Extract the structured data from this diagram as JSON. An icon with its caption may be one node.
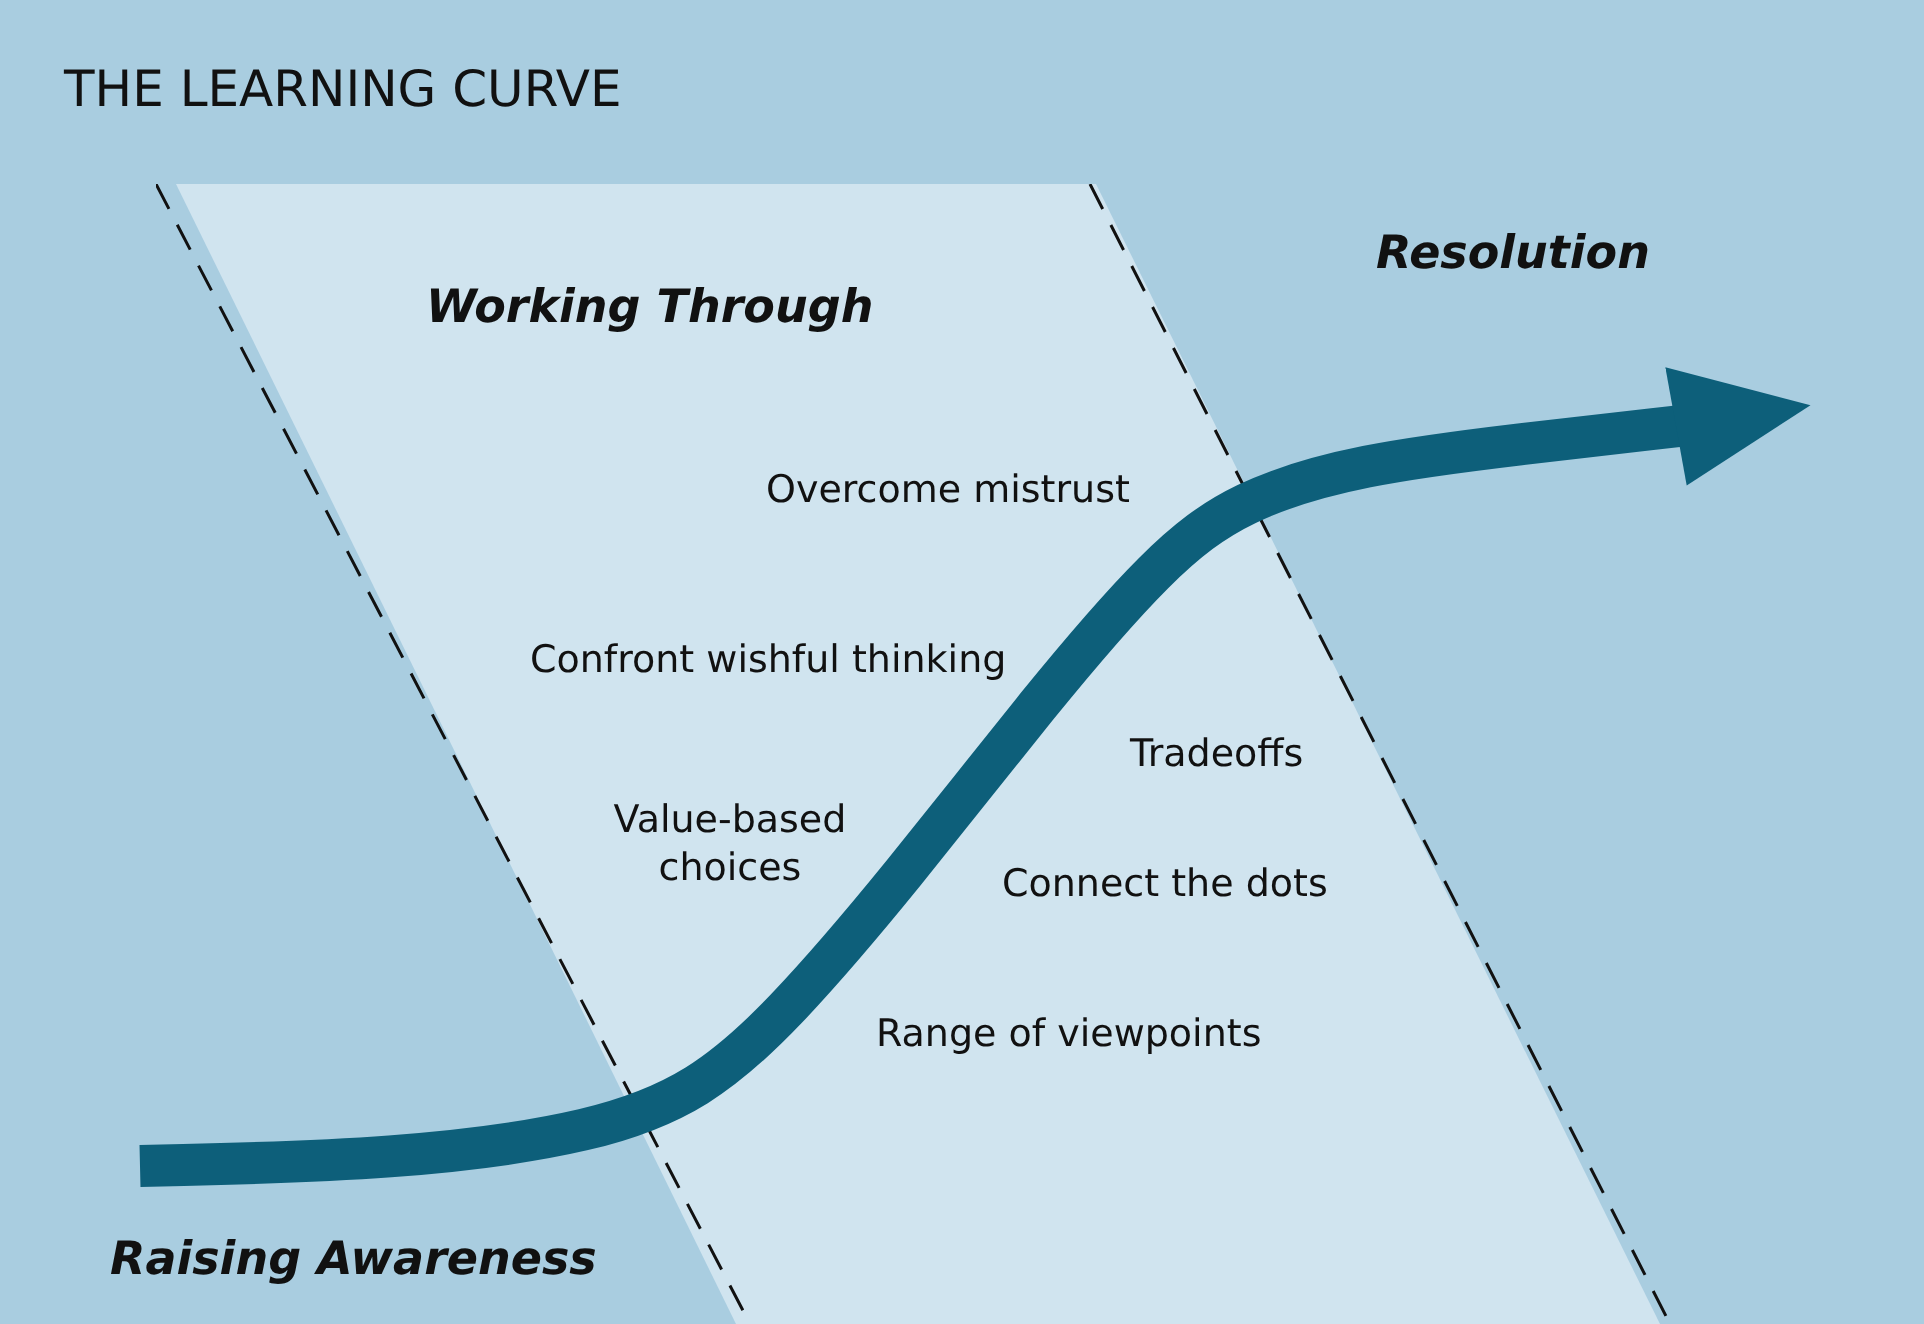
{
  "diagram": {
    "title": "THE LEARNING CURVE",
    "nodes": [
      {
        "text": [
          "Working Through"
        ]
      }
    ],
    "labels": [
      "Resolution",
      "Overcome mistrust",
      "Confront wishful thinking",
      "Value-based choices",
      "Tradeoffs",
      "Connect the dots",
      "Range of viewpoints",
      "Raising Awareness"
    ]
  }
}
